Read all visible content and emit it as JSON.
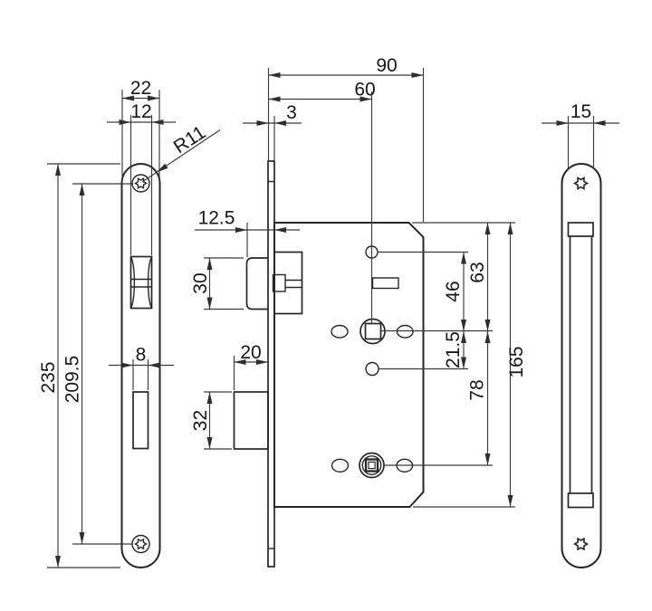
{
  "drawing": {
    "background": "#ffffff",
    "line_color": "#262626",
    "front_view": {
      "dims": {
        "plate_width": "22",
        "latch_slot_width": "12",
        "corner_radius": "R11",
        "plate_height": "235",
        "screw_distance": "209.5",
        "bolt_slot_width": "8"
      }
    },
    "body_view": {
      "dims": {
        "case_depth": "90",
        "backset": "60",
        "plate_offset": "3",
        "latch_throw": "12.5",
        "latch_height": "30",
        "bolt_throw": "20",
        "bolt_height": "32",
        "hole_to_spindle": "46",
        "top_to_spindle": "63",
        "spindle_to_hole": "21.5",
        "case_height": "165",
        "spindle_to_cylinder": "78"
      }
    },
    "side_view": {
      "dims": {
        "strip_width": "15"
      }
    }
  }
}
